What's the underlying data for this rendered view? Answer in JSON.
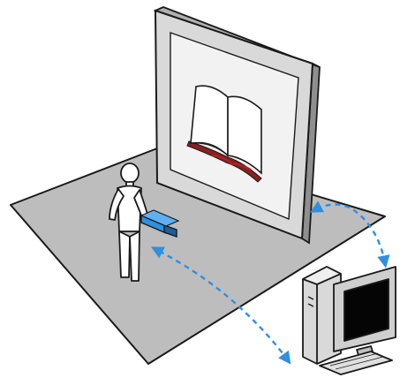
{
  "scene": {
    "floor": {
      "icon": "floor-plane"
    },
    "display": {
      "icon": "large-projection-screen",
      "content_icon": "open-book-icon"
    },
    "user": {
      "icon": "person-figure",
      "device_icon": "handheld-pointer-device"
    },
    "computer": {
      "icon": "desktop-computer"
    },
    "links": [
      {
        "name": "pointer-to-computer-link",
        "style": "dashed-arrow"
      },
      {
        "name": "computer-to-display-link",
        "style": "dashed-arrow"
      }
    ]
  },
  "colors": {
    "floor": "#bdbdbd",
    "outline": "#1a1a1a",
    "screen_frame": "#d9d9d9",
    "screen_inner": "#f2f2f2",
    "accent": "#2f8fe0",
    "book_spine": "#8b1f1f",
    "monitor_screen": "#050505"
  }
}
